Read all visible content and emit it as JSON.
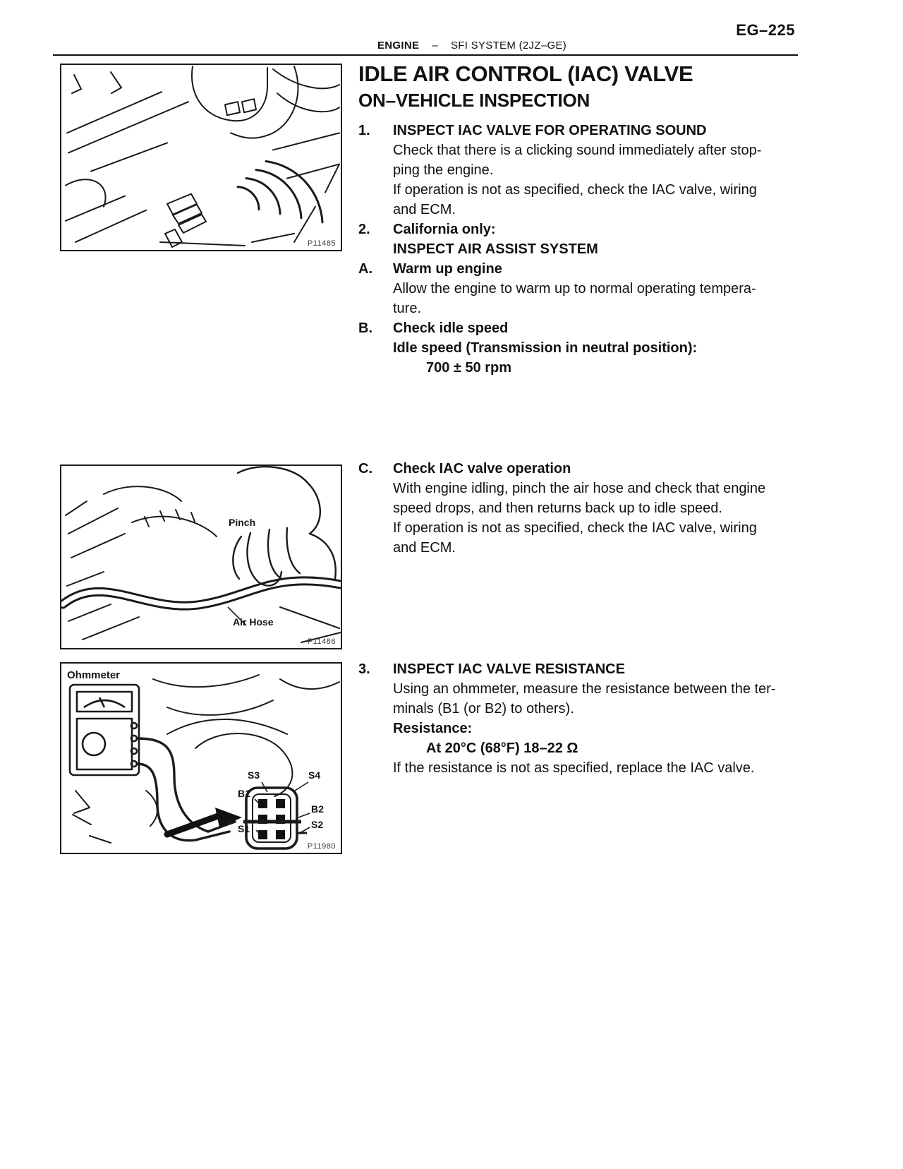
{
  "header": {
    "page_code": "EG–225",
    "section": "ENGINE",
    "separator": "–",
    "subsection": "SFI SYSTEM (2JZ–GE)"
  },
  "main": {
    "title": "IDLE AIR CONTROL (IAC) VALVE",
    "subtitle": "ON–VEHICLE INSPECTION",
    "steps": {
      "s1": {
        "num": "1.",
        "heading": "INSPECT IAC VALVE FOR OPERATING SOUND",
        "lines": [
          "Check that there is a clicking sound immediately after stop-",
          "ping the engine.",
          "If operation is not as specified, check the IAC valve, wiring",
          "and ECM."
        ]
      },
      "s2": {
        "num": "2.",
        "heading1": "California only:",
        "heading2": "INSPECT AIR ASSIST SYSTEM"
      },
      "sA": {
        "num": "A.",
        "heading": "Warm up engine",
        "lines": [
          "Allow the engine to warm up to normal operating tempera-",
          "ture."
        ]
      },
      "sB": {
        "num": "B.",
        "heading": "Check idle speed",
        "spec_label": "Idle speed (Transmission in neutral position):",
        "spec_value": "700 ± 50 rpm"
      },
      "sC": {
        "num": "C.",
        "heading": "Check IAC valve operation",
        "lines": [
          "With engine idling, pinch the air hose and check that engine",
          "speed drops, and then returns back up to idle speed.",
          "If operation is not as specified, check the IAC valve, wiring",
          "and ECM."
        ]
      },
      "s3": {
        "num": "3.",
        "heading": "INSPECT IAC VALVE RESISTANCE",
        "lines1": [
          "Using an ohmmeter, measure the resistance between the ter-",
          "minals (B1 (or B2) to others)."
        ],
        "spec_label": "Resistance:",
        "spec_value": "At 20°C (68°F) 18–22 Ω",
        "lines2": [
          "If the resistance is not as specified, replace the IAC valve."
        ]
      }
    }
  },
  "figures": {
    "fig1": {
      "code": "P11485"
    },
    "fig2": {
      "code": "P11486",
      "labels": {
        "pinch": "Pinch",
        "air_hose": "Air Hose"
      }
    },
    "fig3": {
      "code": "P11980",
      "labels": {
        "ohmmeter": "Ohmmeter",
        "s3": "S3",
        "s4": "S4",
        "b1": "B1",
        "b2": "B2",
        "s1": "S1",
        "s2": "S2"
      }
    }
  }
}
